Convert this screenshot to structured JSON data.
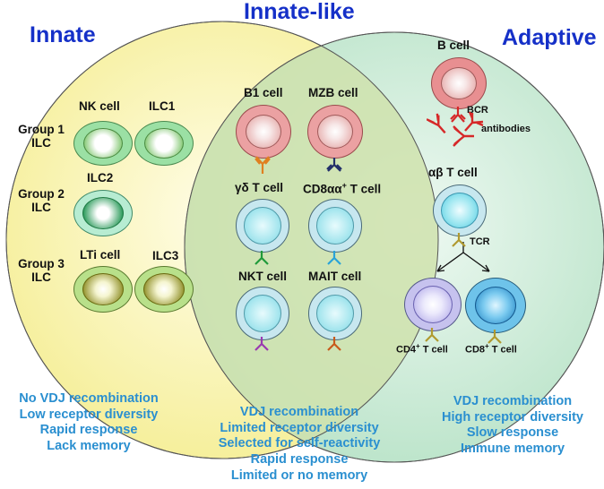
{
  "titles": {
    "innate": "Innate",
    "innate_like": "Innate-like",
    "adaptive": "Adaptive"
  },
  "innate": {
    "groups": [
      "Group 1\nILC",
      "Group 2\nILC",
      "Group 3\nILC"
    ],
    "cells": [
      "NK cell",
      "ILC1",
      "ILC2",
      "LTi cell",
      "ILC3"
    ],
    "properties": [
      "No VDJ recombination",
      "Low receptor diversity",
      "Rapid response",
      "Lack memory"
    ]
  },
  "innate_like": {
    "cells": [
      "B1 cell",
      "MZB cell",
      "γδ T cell",
      "CD8αα",
      "NKT cell",
      "MAIT cell"
    ],
    "cd8aa_suffix": " T cell",
    "properties": [
      "VDJ recombination",
      "Limited receptor diversity",
      "Selected for self-reactivity",
      "Rapid response",
      "Limited or no memory"
    ]
  },
  "adaptive": {
    "b_cell": "B cell",
    "bcr": "BCR",
    "antibodies": "antibodies",
    "ab_t_cell": "αβ T cell",
    "tcr": "TCR",
    "cd4_prefix": "CD4",
    "cd8_prefix": "CD8",
    "t_cell_suffix": " T cell",
    "plus": "+",
    "properties": [
      "VDJ recombination",
      "High receptor diversity",
      "Slow response",
      "Immune memory"
    ]
  },
  "colors": {
    "innate_circle": "#fbf6b0",
    "adaptive_circle": "#cfeedd",
    "overlap": "#d3e5b6",
    "title_blue": "#1530c8",
    "property_blue": "#2a8fd0",
    "b_cell_red": "#e27e80",
    "t_cell_cyan": "#7fd7e5",
    "ilc_green": "#90d080",
    "ilc3_olive": "#b0a040",
    "antibody_red": "#d62828"
  }
}
